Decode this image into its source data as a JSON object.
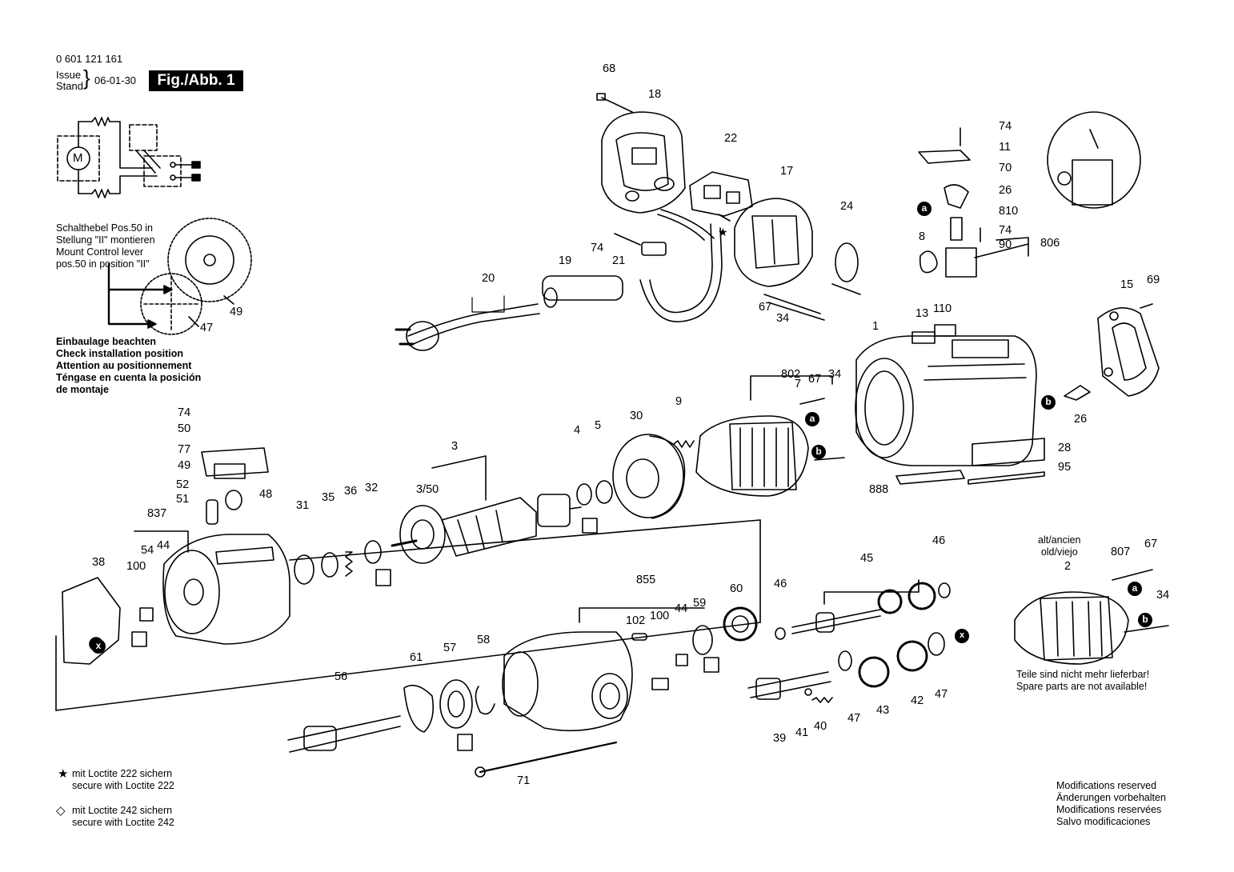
{
  "header": {
    "part_number": "0 601 121 161",
    "issue_label": "Issue",
    "stand_label": "Stand",
    "date": "06-01-30",
    "figure": "Fig./Abb. 1"
  },
  "notes": {
    "control_lever": [
      "Schalthebel Pos.50 in",
      "Stellung \"II\" montieren",
      "Mount Control lever",
      "pos.50 in position \"II\""
    ],
    "install_position": [
      "Einbaulage beachten",
      "Check installation position",
      "Attention au positionnement",
      "Téngase en cuenta la posición",
      "de montaje"
    ],
    "old_version": [
      "alt/ancien",
      "old/viejo"
    ],
    "not_available": [
      "Teile sind nicht mehr lieferbar!",
      "Spare parts are not available!"
    ],
    "modifications": [
      "Modifications reserved",
      "Änderungen vorbehalten",
      "Modifications reservées",
      "Salvo modificaciones"
    ]
  },
  "legend": {
    "loctite_222_symbol": "★",
    "loctite_222": [
      "mit Loctite 222 sichern",
      "secure with Loctite 222"
    ],
    "loctite_242_symbol": "◇",
    "loctite_242": [
      "mit Loctite 242 sichern",
      "secure with Loctite 242"
    ]
  },
  "schematic": {
    "motor_label": "M"
  },
  "reference_badges": [
    "a",
    "b",
    "x"
  ],
  "part_labels": [
    "68",
    "18",
    "22",
    "17",
    "24",
    "74",
    "21",
    "19",
    "20",
    "67",
    "34",
    "74",
    "11",
    "70",
    "26",
    "810",
    "8",
    "74",
    "90",
    "806",
    "15",
    "69",
    "13",
    "110",
    "1",
    "26",
    "28",
    "95",
    "888",
    "802",
    "7",
    "67",
    "34",
    "9",
    "30",
    "5",
    "4",
    "3",
    "3/50",
    "49",
    "47",
    "74",
    "50",
    "77",
    "49",
    "52",
    "51",
    "48",
    "837",
    "54",
    "44",
    "100",
    "38",
    "31",
    "35",
    "36",
    "32",
    "46",
    "45",
    "46",
    "855",
    "102",
    "100",
    "44",
    "59",
    "60",
    "61",
    "57",
    "58",
    "56",
    "71",
    "39",
    "41",
    "40",
    "47",
    "43",
    "42",
    "47",
    "2",
    "807",
    "67",
    "34"
  ]
}
